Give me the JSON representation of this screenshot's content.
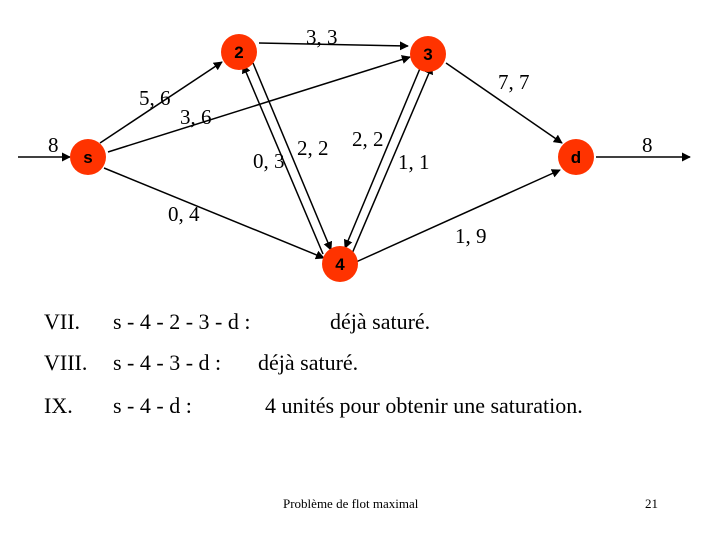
{
  "graph": {
    "node_color": "#ff3300",
    "nodes": {
      "s": "s",
      "n2": "2",
      "n3": "3",
      "n4": "4",
      "d": "d"
    },
    "edges": {
      "in": "8",
      "s_2": "5, 6",
      "s_3": "3, 6",
      "s_4": "0, 4",
      "n2_3": "3, 3",
      "n4_2": "0, 3",
      "n2_4": "2, 2",
      "n3_4": "2, 2",
      "n4_3": "1, 1",
      "n3_d": "7, 7",
      "n4_d": "1, 9",
      "out": "8"
    }
  },
  "steps": [
    {
      "num": "VII.",
      "path": "s - 4 - 2 - 3 - d :",
      "result": "déjà saturé."
    },
    {
      "num": "VIII.",
      "path": "s - 4 - 3 - d :",
      "result": "déjà saturé."
    },
    {
      "num": "IX.",
      "path": "s - 4 - d :",
      "result": "4 unités pour obtenir une saturation."
    }
  ],
  "footer": {
    "title": "Problème de flot maximal",
    "page": "21"
  }
}
